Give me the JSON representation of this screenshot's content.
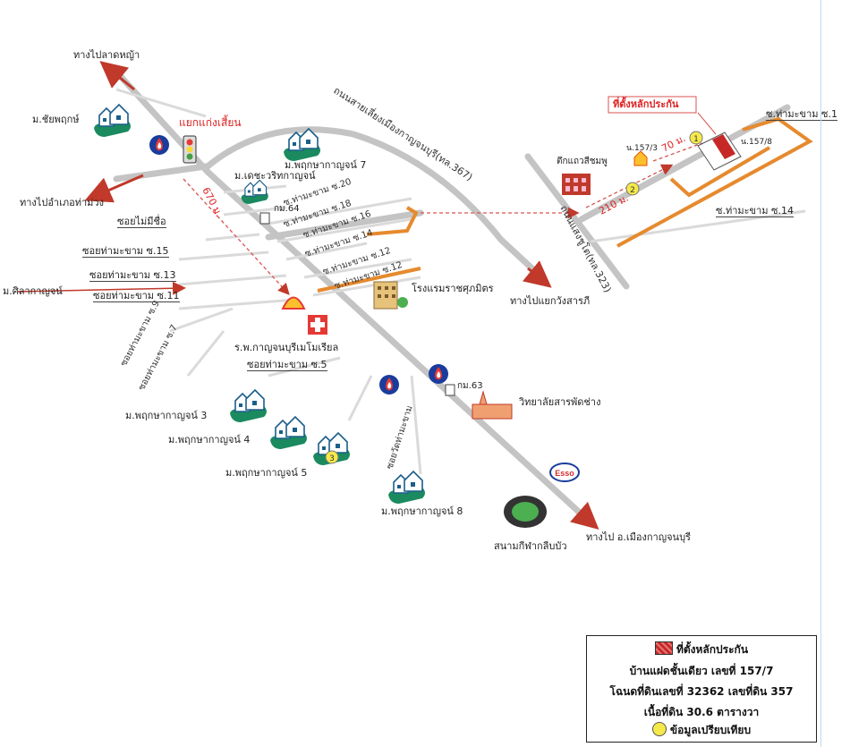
{
  "roads": {
    "to_lat_ya": "ทางไปลาดหญ้า",
    "to_tha_muang": "ทางไปอำเภอท่าม่วง",
    "to_kaen_sian_junction": "แยกแก่งเสี้ยน",
    "bypass_road": "ถนนสายเลี่ยงเมืองกาญจนบุรี(ทล.367)",
    "saeng_chuto_road": "ถนนแสงชูโต(ทล.323)",
    "to_wang_sarapi": "ทางไปแยกวังสารภี",
    "to_mueang": "ทางไป อ.เมืองกาญจนบุรี"
  },
  "sois": {
    "unnamed": "ซอยไม่มีชื่อ",
    "s15": "ซอยท่ามะขาม ซ.15",
    "s13": "ซอยท่ามะขาม ซ.13",
    "s11": "ซอยท่ามะขาม ซ.11",
    "s9": "ซอยท่ามะขาม ซ.9",
    "s7": "ซอยท่ามะขาม ซ.7",
    "s5": "ซอยท่ามะขาม ซ.5",
    "s20": "ซ.ท่ามะขาม ซ.20",
    "s18": "ซ.ท่ามะขาม ซ.18",
    "s16": "ซ.ท่ามะขาม ซ.16",
    "s14a": "ซ.ท่ามะขาม ซ.14",
    "s12": "ซ.ท่ามะขาม ซ.12",
    "s14b": "ซ.ท่ามะขาม ซ.14",
    "s1": "ซ.ท่ามะขาม ซ.1",
    "wat_tha_makham": "ซอยวัดท่ามะขาม"
  },
  "places": {
    "chaiyapruek": "ม.ชัยพฤกษ์",
    "pruksa7": "ม.พฤกษากาญจน์ 7",
    "dechawarit": "ม.เดชะวริทกาญจน์",
    "km64": "กม.64",
    "km63": "กม.63",
    "silakarn": "ม.ศิลากาญจน์",
    "hotel": "โรงแรมราชศุภมิตร",
    "hospital": "ร.พ.กาญจนบุรีเมโมเรียล",
    "college": "วิทยาลัยสารพัดช่าง",
    "pruksa3": "ม.พฤกษากาญจน์ 3",
    "pruksa4": "ม.พฤกษากาญจน์ 4",
    "pruksa5": "ม.พฤกษากาญจน์ 5",
    "pruksa8": "ม.พฤกษากาญจน์ 8",
    "stadium": "สนามกีฬากลีบบัว",
    "pink_building": "ตึกแถวสีชมพู",
    "n157_3": "น.157/3",
    "n157_8": "น.157/8"
  },
  "badges": {
    "one": "1",
    "two": "2",
    "three": "3"
  },
  "distances": {
    "d670": "670 ม.",
    "d210": "210 ม.",
    "d70": "70 ม."
  },
  "callout": "ที่ตั้งหลักประกัน",
  "legend": {
    "collateral": "ที่ตั้งหลักประกัน",
    "house_desc": "บ้านแฝดชั้นเดียว เลขที่ 157/7",
    "deed": "โฉนดที่ดินเลขที่ 32362 เลขที่ดิน 357",
    "area": "เนื้อที่ดิน 30.6 ตารางวา",
    "comparable": "ข้อมูลเปรียบเทียบ"
  },
  "colors": {
    "road": "#bdbdbd",
    "soi": "#cfcfcf",
    "route": "#e68a2e",
    "arrow": "#c0392b",
    "collateral": "#c62828",
    "house": "#1b7a5c",
    "comparable": "#f5e94a"
  }
}
